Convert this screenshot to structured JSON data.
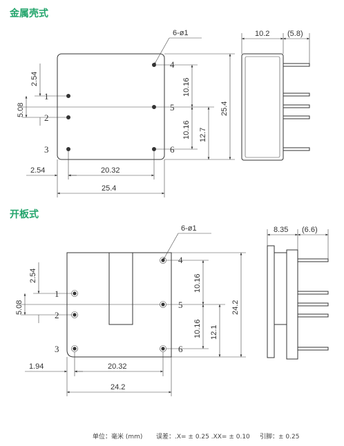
{
  "sections": {
    "metal_case": {
      "title": "金属壳式",
      "hole_callout": "6-ø1",
      "pins": [
        "1",
        "2",
        "3",
        "4",
        "5",
        "6"
      ],
      "dims": {
        "side_width": "10.2",
        "side_extra": "(5.8)",
        "pin_vertical_top": "2.54",
        "pin_pitch_left": "5.08",
        "right_pitch_a": "10.16",
        "right_pitch_b": "10.16",
        "height_partial": "12.7",
        "height_total": "25.4",
        "bottom_offset": "2.54",
        "pin_span": "20.32",
        "total_width": "25.4"
      }
    },
    "open_frame": {
      "title": "开板式",
      "hole_callout": "6-ø1",
      "pins": [
        "1",
        "2",
        "3",
        "4",
        "5",
        "6"
      ],
      "dims": {
        "side_width": "8.35",
        "side_extra": "(6.6)",
        "pin_vertical_top": "2.54",
        "pin_pitch_left": "5.08",
        "right_pitch_a": "10.16",
        "right_pitch_b": "10.16",
        "height_partial": "12.1",
        "height_total": "24.2",
        "bottom_offset": "1.94",
        "pin_span": "20.32",
        "total_width": "24.2"
      }
    }
  },
  "footer": {
    "unit": "单位：毫米 (mm)",
    "tolerance": "误差：.X= ± 0.25 .XX= ± 0.10",
    "pin_tolerance": "引脚：± 0.25"
  }
}
